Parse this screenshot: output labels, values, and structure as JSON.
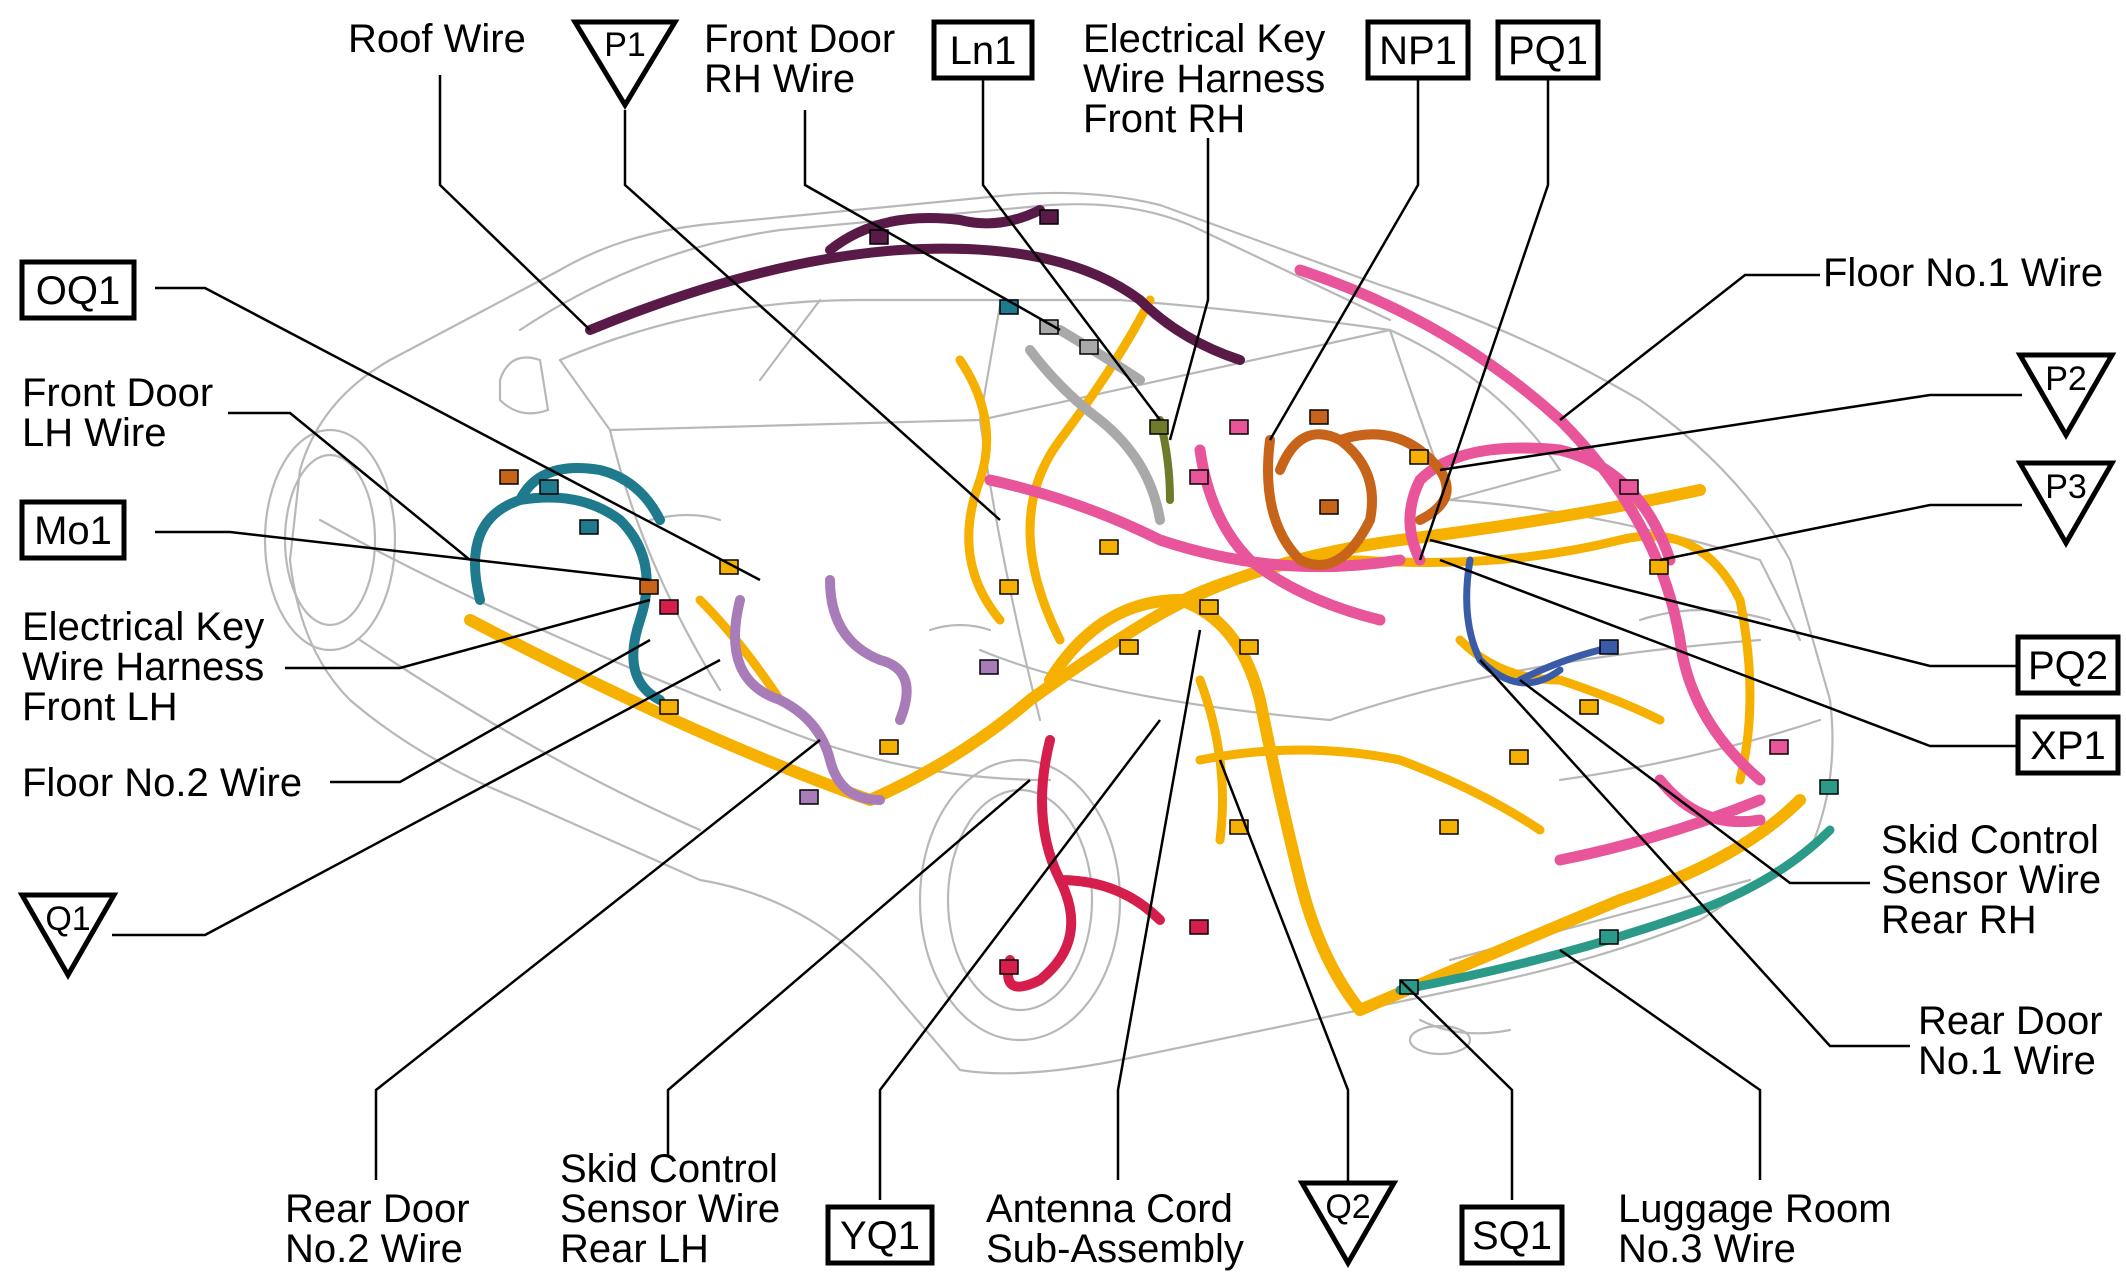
{
  "colors": {
    "floor_no1": "#e8559a",
    "floor_no2": "#f5b000",
    "roof": "#5a1a48",
    "front_door_lh": "#1e7a8c",
    "np1_harness": "#c8641a",
    "skid_rear_lh": "#d61e4c",
    "rear_door_no2": "#a87cb8",
    "electrical_key_front_rh": "#a9a9a9",
    "luggage_no3": "#2c9a88",
    "rear_door_no1": "#3a5ba8"
  },
  "labels": {
    "roof_wire": [
      "Roof Wire"
    ],
    "front_door_rh_wire": [
      "Front Door",
      "RH Wire"
    ],
    "electrical_key_front_rh": [
      "Electrical Key",
      "Wire Harness",
      "Front RH"
    ],
    "floor_no1_wire": [
      "Floor No.1 Wire"
    ],
    "front_door_lh_wire": [
      "Front Door",
      "LH Wire"
    ],
    "electrical_key_front_lh": [
      "Electrical Key",
      "Wire Harness",
      "Front LH"
    ],
    "floor_no2_wire": [
      "Floor No.2 Wire"
    ],
    "skid_rear_rh": [
      "Skid Control",
      "Sensor Wire",
      "Rear RH"
    ],
    "rear_door_no1_wire": [
      "Rear Door",
      "No.1 Wire"
    ],
    "rear_door_no2_wire": [
      "Rear Door",
      "No.2 Wire"
    ],
    "skid_rear_lh": [
      "Skid Control",
      "Sensor Wire",
      "Rear LH"
    ],
    "antenna_cord": [
      "Antenna Cord",
      "Sub-Assembly"
    ],
    "luggage_room_no3": [
      "Luggage Room",
      "No.3 Wire"
    ]
  },
  "box_tags": {
    "ln1": "Ln1",
    "np1": "NP1",
    "pq1": "PQ1",
    "oq1": "OQ1",
    "mo1": "Mo1",
    "pq2": "PQ2",
    "xp1": "XP1",
    "yq1": "YQ1",
    "sq1": "SQ1"
  },
  "triangle_tags": {
    "p1": "P1",
    "p2": "P2",
    "p3": "P3",
    "q1": "Q1",
    "q2": "Q2"
  }
}
